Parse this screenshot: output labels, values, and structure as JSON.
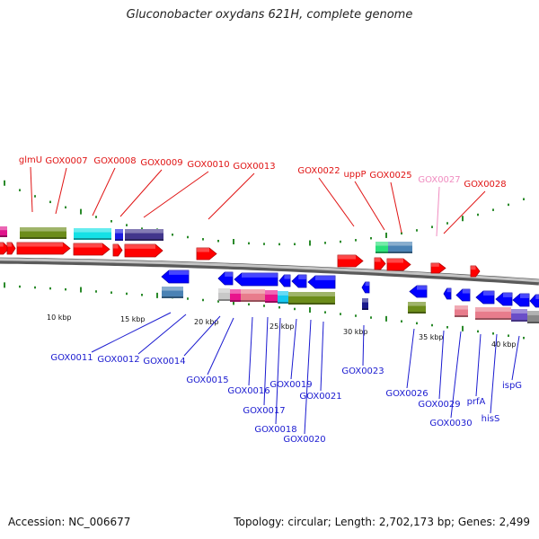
{
  "title": "Gluconobacter oxydans 621H, complete genome",
  "footer": {
    "accession": "Accession: NC_006677",
    "summary": "Topology: circular; Length: 2,702,173 bp; Genes: 2,499"
  },
  "colors": {
    "top_label": "#e01414",
    "top_label_faded": "#f08cc0",
    "bottom_label": "#1a1ad0",
    "backbone": "#8a8a8a",
    "tick": "#2a8a2a",
    "forward_gene": "#ff0000",
    "reverse_gene": "#0000ff"
  },
  "scale_labels": [
    "10 kbp",
    "15 kbp",
    "20 kbp",
    "25 kbp",
    "30 kbp",
    "35 kbp",
    "40 kbp"
  ],
  "top_labels": [
    "glmU",
    "GOX0007",
    "GOX0008",
    "GOX0009",
    "GOX0010",
    "GOX0013",
    "GOX0022",
    "uppP",
    "GOX0025",
    "GOX0027",
    "GOX0028"
  ],
  "bottom_labels": [
    "GOX0011",
    "GOX0012",
    "GOX0014",
    "GOX0015",
    "GOX0016",
    "GOX0017",
    "GOX0018",
    "GOX0019",
    "GOX0020",
    "GOX0021",
    "GOX0023",
    "GOX0026",
    "GOX0029",
    "GOX0030",
    "prfA",
    "hisS",
    "ispG"
  ]
}
